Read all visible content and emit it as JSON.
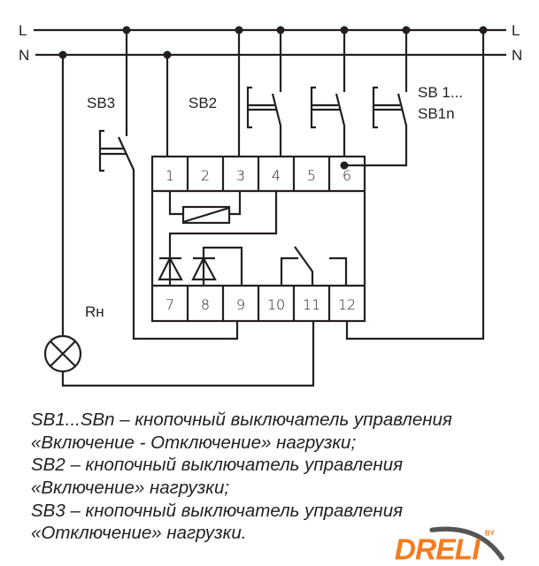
{
  "bus_labels": {
    "line": "L",
    "neutral": "N"
  },
  "switch_labels": {
    "sb3": "SB3",
    "sb2": "SB2",
    "sb1_line1": "SB 1...",
    "sb1_line2": "SB1n"
  },
  "load_label": "Rн",
  "terminals_top": [
    "1",
    "2",
    "3",
    "4",
    "5",
    "6"
  ],
  "terminals_bottom": [
    "7",
    "8",
    "9",
    "10",
    "11",
    "12"
  ],
  "legend": [
    "SB1...SBn – кнопочный выключатель управления",
    "«Включение - Отключение» нагрузки;",
    "SB2 – кнопочный выключатель управления",
    "«Включение» нагрузки;",
    "SB3 – кнопочный выключатель управления",
    "«Отключение» нагрузки."
  ],
  "logo": {
    "text": "DRELI",
    "superscript": "BY",
    "color": "#f47b20",
    "swoosh_color": "#555555"
  }
}
